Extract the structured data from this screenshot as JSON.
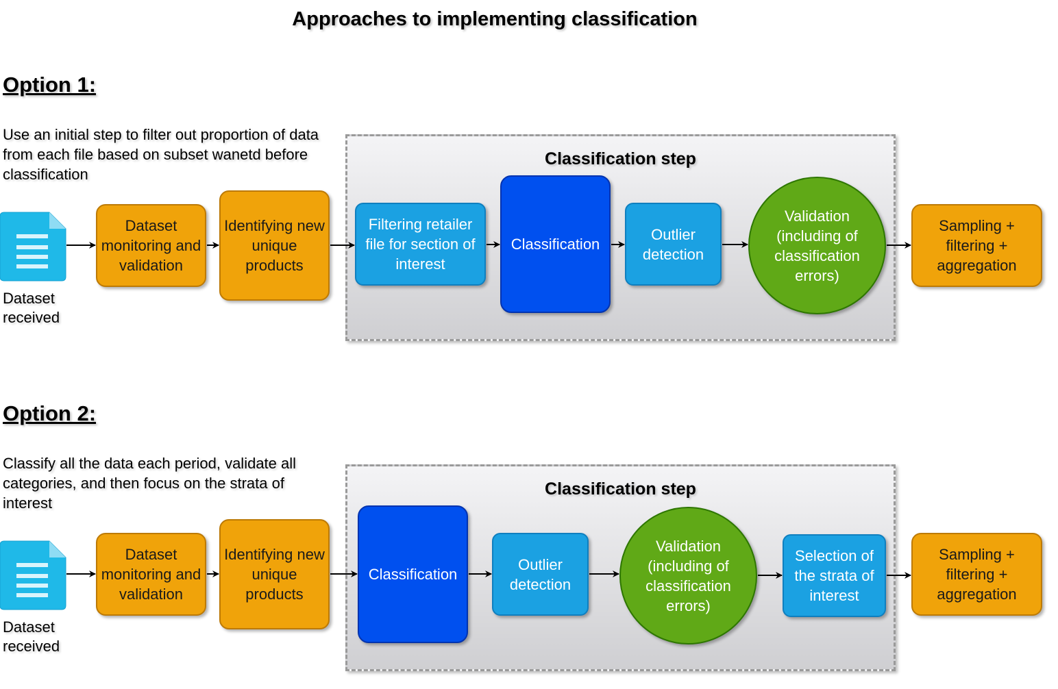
{
  "title": "Approaches to implementing classification",
  "option1": {
    "heading": "Option 1:",
    "description": "Use an initial step to filter out proportion of data from each file based on subset wanetd before classification",
    "dataset_label": "Dataset received",
    "monitoring": "Dataset monitoring and validation",
    "identifying": "Identifying new unique products",
    "group_label": "Classification step",
    "filtering": "Filtering retailer file for section of interest",
    "classification": "Classification",
    "outlier": "Outlier detection",
    "validation": "Validation (including of classification errors)",
    "sampling": "Sampling + filtering + aggregation"
  },
  "option2": {
    "heading": "Option 2:",
    "description": "Classify all the data each period, validate all categories, and then focus on the strata of interest",
    "dataset_label": "Dataset received",
    "monitoring": "Dataset monitoring and validation",
    "identifying": "Identifying new unique products",
    "group_label": "Classification step",
    "classification": "Classification",
    "outlier": "Outlier detection",
    "validation": "Validation (including of classification errors)",
    "selection": "Selection of the strata of interest",
    "sampling": "Sampling + filtering + aggregation"
  },
  "icons": {
    "document": "document-icon"
  },
  "colors": {
    "orange": "#f0a30a",
    "light_blue": "#1ba1e2",
    "dark_blue": "#0050ef",
    "green": "#60a917",
    "document": "#1fb9e8"
  }
}
